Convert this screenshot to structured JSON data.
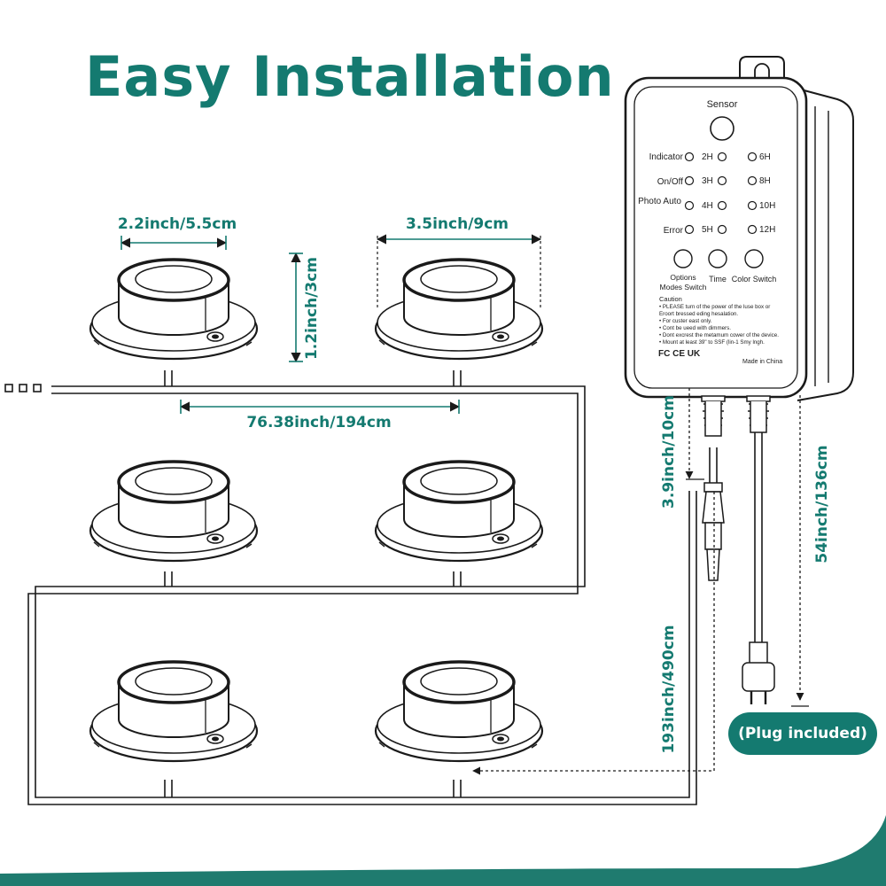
{
  "title": "Easy Installation",
  "colors": {
    "accent": "#147a70",
    "line": "#1a1a1a",
    "wave": "#1f7b6f"
  },
  "dimensions": {
    "light_diameter": "2.2inch/5.5cm",
    "base_diameter": "3.5inch/9cm",
    "light_height": "1.2inch/3cm",
    "spacing": "76.38inch/194cm",
    "connector_cable": "3.9inch/10cm",
    "plug_cable": "54inch/136cm",
    "main_cable": "193inch/490cm"
  },
  "controller": {
    "sensor_label": "Sensor",
    "indicators": [
      "Indicator",
      "On/Off",
      "Photo Auto",
      "Error"
    ],
    "timers_left": [
      "2H",
      "3H",
      "4H",
      "5H"
    ],
    "timers_right": [
      "6H",
      "8H",
      "10H",
      "12H"
    ],
    "buttons": [
      "Options Modes Switch",
      "Time",
      "Color Switch"
    ],
    "caution_title": "Caution",
    "caution_lines": [
      "• PLEASE turn of the power of the luse box or",
      "  Eroort bressed eding hesalation.",
      "• For custer east only.",
      "• Cont be ueed with dimmers.",
      "• Dont excrest the metamum cower of the device.",
      "• Mount at least 39\" to SSF (lin-1 Smy lngh."
    ],
    "cert_marks": "FC CE UK",
    "made_in": "Made in China"
  },
  "plug_badge": "(Plug included)",
  "light_count": 6
}
